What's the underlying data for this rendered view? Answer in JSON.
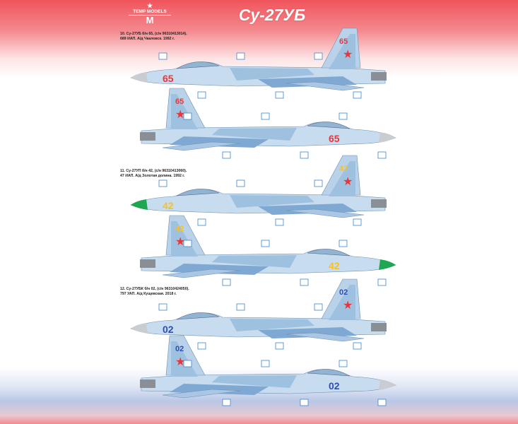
{
  "header": {
    "title": "Су-27УБ",
    "logo_text": "TEMP MODELS",
    "logo_mark": "M"
  },
  "schemes": [
    {
      "caption_line1": "10. Су-27УБ б/н 65, (с/н 96310413014).",
      "caption_line2": "689 ИАП. А/д Чкаловск. 1992 г.",
      "side_number": "65",
      "number_color": "#e8363a",
      "nose_color": "#c9ccd0"
    },
    {
      "caption_line1": "11. Су-27УП б/н 42, (с/н 96310413060).",
      "caption_line2": "47 ИАП. А/д Золотая долина. 1992 г.",
      "side_number": "42",
      "number_color": "#f5c02a",
      "nose_color": "#1fa650"
    },
    {
      "caption_line1": "12. Су-27УБК б/н 02, (с/н 96310424050).",
      "caption_line2": "797 УАП. А/д Кущевская. 2018 г.",
      "side_number": "02",
      "number_color": "#2f4fb0",
      "nose_color": "#c9ccd0"
    }
  ],
  "colors": {
    "camo_light": "#c8dcef",
    "camo_mid": "#9ec1e0",
    "camo_dark": "#7fa9d3",
    "star": "#e8363a",
    "callout": "#3c87c9"
  }
}
